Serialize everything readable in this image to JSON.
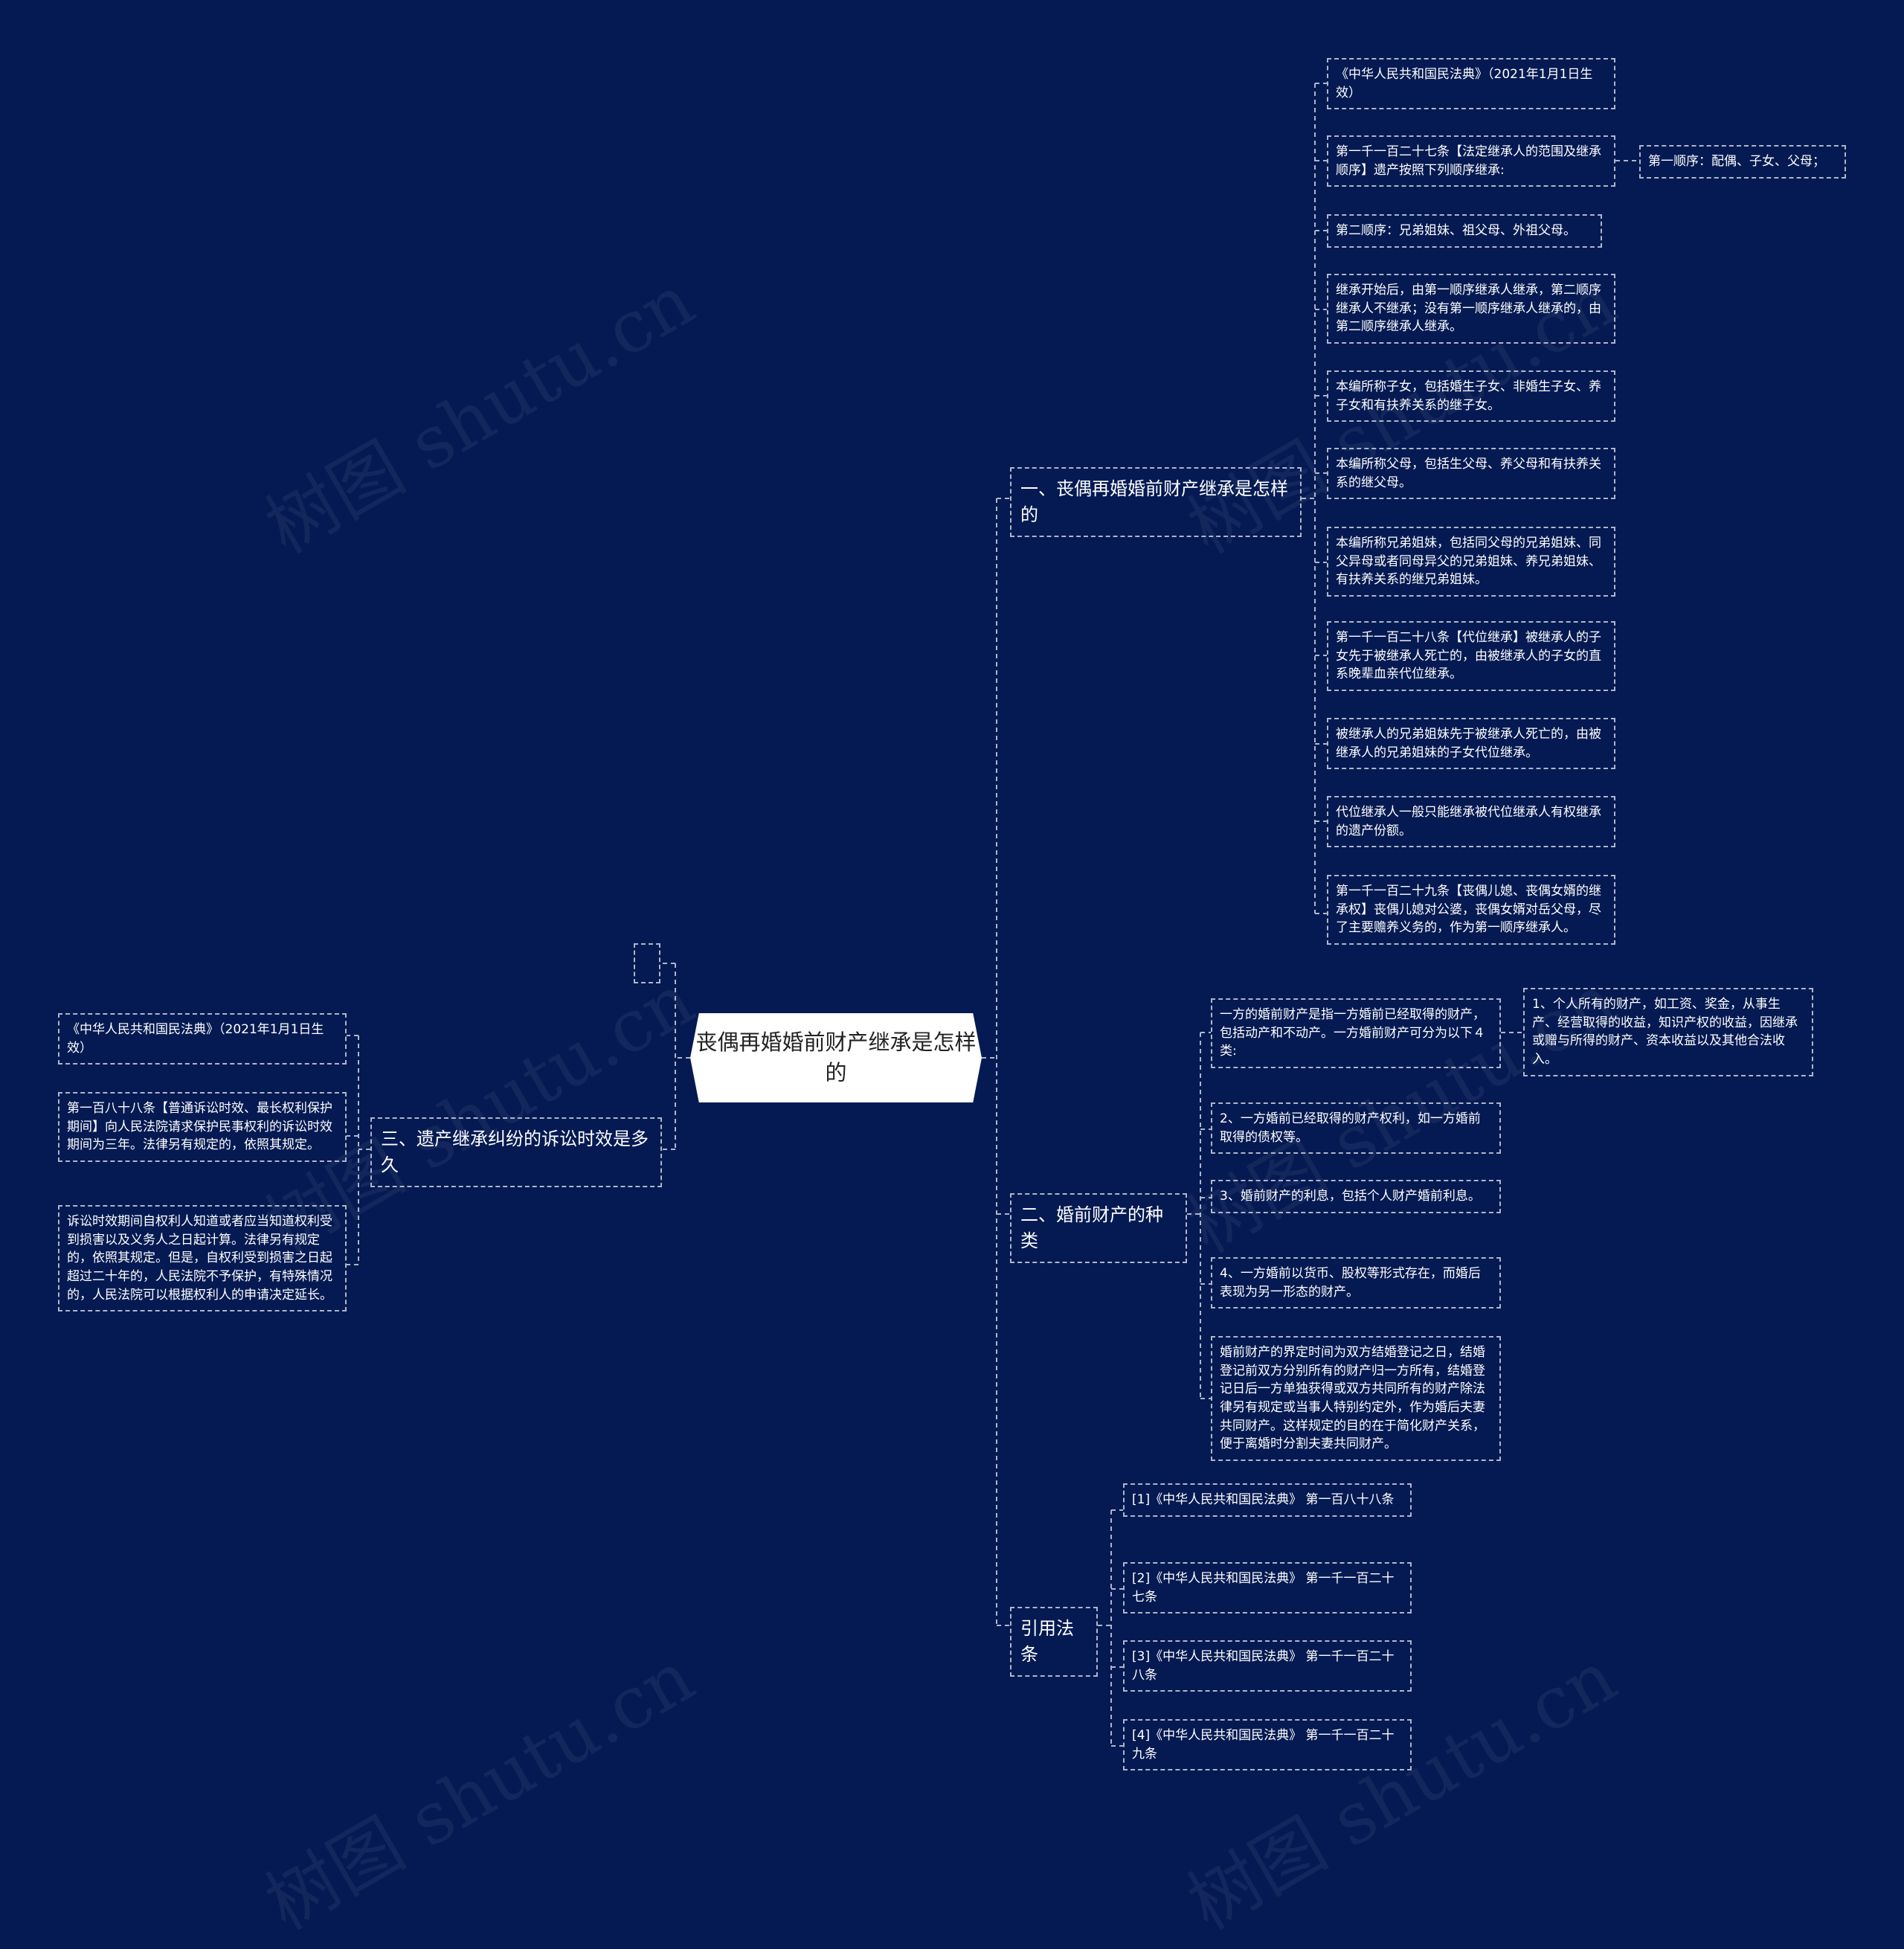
{
  "root": {
    "label": "丧偶再婚婚前财产继承是怎样的"
  },
  "watermark": {
    "text": "树图 shutu.cn"
  },
  "colors": {
    "background": "#051a52",
    "line": "#aeb6cc",
    "text": "#ffffff",
    "root_fill": "#ffffff"
  },
  "branches": {
    "one": {
      "label": "一、丧偶再婚婚前财产继承是怎样的",
      "items": [
        "《中华人民共和国民法典》（2021年1月1日生效）",
        "第一千一百二十七条【法定继承人的范围及继承顺序】遗产按照下列顺序继承:",
        "第二顺序：兄弟姐妹、祖父母、外祖父母。",
        "继承开始后，由第一顺序继承人继承，第二顺序继承人不继承；没有第一顺序继承人继承的，由第二顺序继承人继承。",
        "本编所称子女，包括婚生子女、非婚生子女、养子女和有扶养关系的继子女。",
        "本编所称父母，包括生父母、养父母和有扶养关系的继父母。",
        "本编所称兄弟姐妹，包括同父母的兄弟姐妹、同父异母或者同母异父的兄弟姐妹、养兄弟姐妹、有扶养关系的继兄弟姐妹。",
        "第一千一百二十八条【代位继承】被继承人的子女先于被继承人死亡的，由被继承人的子女的直系晚辈血亲代位继承。",
        "被继承人的兄弟姐妹先于被继承人死亡的，由被继承人的兄弟姐妹的子女代位继承。",
        "代位继承人一般只能继承被代位继承人有权继承的遗产份额。",
        "第一千一百二十九条【丧偶儿媳、丧偶女婿的继承权】丧偶儿媳对公婆，丧偶女婿对岳父母，尽了主要赡养义务的，作为第一顺序继承人。"
      ],
      "sub": "第一顺序：配偶、子女、父母；"
    },
    "two": {
      "label": "二、婚前财产的种类",
      "items": [
        "一方的婚前财产是指一方婚前已经取得的财产，包括动产和不动产。一方婚前财产可分为以下４类:",
        "2、一方婚前已经取得的财产权利，如一方婚前取得的债权等。",
        "3、婚前财产的利息，包括个人财产婚前利息。",
        "4、一方婚前以货币、股权等形式存在，而婚后表现为另一形态的财产。",
        "婚前财产的界定时间为双方结婚登记之日，结婚登记前双方分别所有的财产归一方所有，结婚登记日后一方单独获得或双方共同所有的财产除法律另有规定或当事人特别约定外，作为婚后夫妻共同财产。这样规定的目的在于简化财产关系，便于离婚时分割夫妻共同财产。"
      ],
      "sub": "1、个人所有的财产，如工资、奖金，从事生产、经营取得的收益，知识产权的收益，因继承或赠与所得的财产、资本收益以及其他合法收入。"
    },
    "cite": {
      "label": "引用法条",
      "items": [
        "[1]《中华人民共和国民法典》 第一百八十八条",
        "[2]《中华人民共和国民法典》 第一千一百二十七条",
        "[3]《中华人民共和国民法典》 第一千一百二十八条",
        "[4]《中华人民共和国民法典》 第一千一百二十九条"
      ]
    },
    "three": {
      "label": "三、遗产继承纠纷的诉讼时效是多久",
      "items": [
        "《中华人民共和国民法典》（2021年1月1日生效）",
        "第一百八十八条【普通诉讼时效、最长权利保护期间】向人民法院请求保护民事权利的诉讼时效期间为三年。法律另有规定的，依照其规定。",
        "诉讼时效期间自权利人知道或者应当知道权利受到损害以及义务人之日起计算。法律另有规定的，依照其规定。但是，自权利受到损害之日起超过二十年的，人民法院不予保护，有特殊情况的，人民法院可以根据权利人的申请决定延长。"
      ]
    },
    "empty": {
      "label": ""
    }
  }
}
